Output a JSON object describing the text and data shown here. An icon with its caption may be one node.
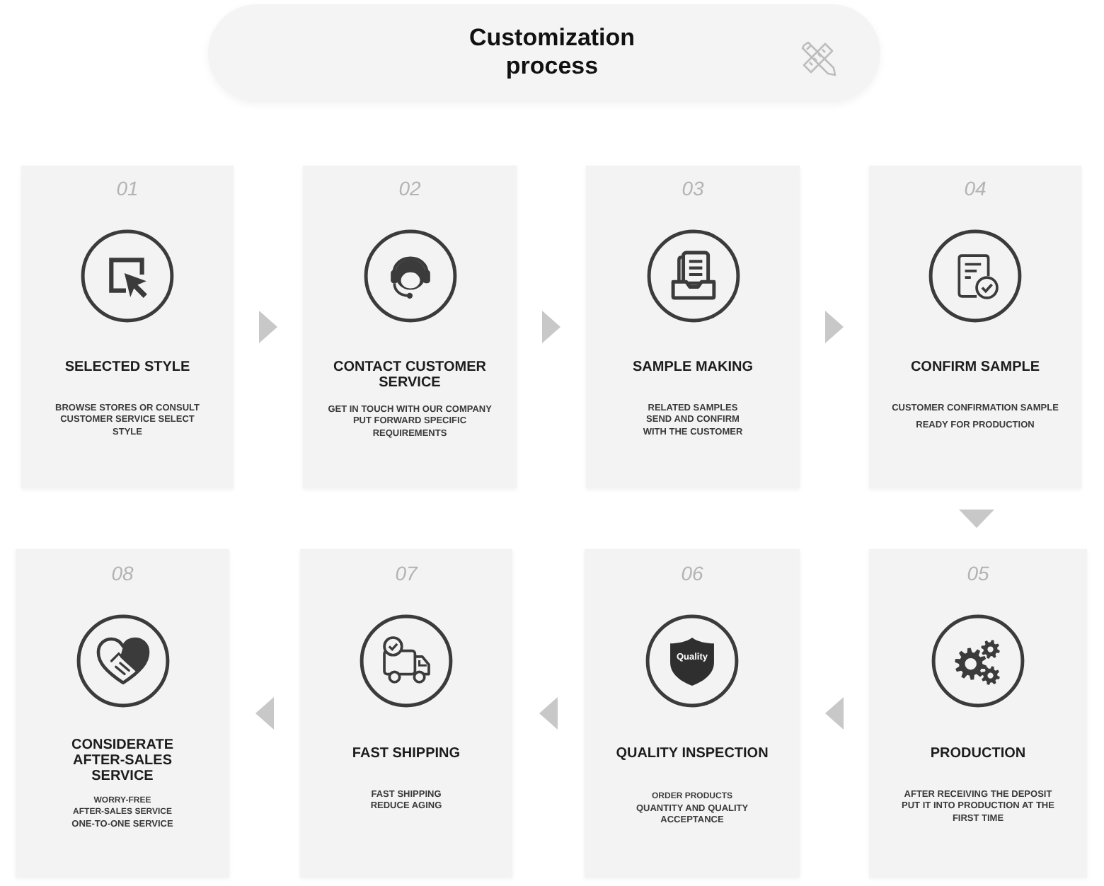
{
  "diagram": {
    "title": "Customization process",
    "nodes": [
      {
        "text": [
          "01",
          "SELECTED STYLE",
          "BROWSE STORES OR CONSULT CUSTOMER SERVICE SELECT STYLE"
        ]
      },
      {
        "text": [
          "02",
          "CONTACT CUSTOMER SERVICE",
          "GET IN TOUCH WITH OUR COMPANY PUT FORWARD SPECIFIC REQUIREMENTS"
        ]
      },
      {
        "text": [
          "03",
          "SAMPLE MAKING",
          "RELATED SAMPLES SEND AND CONFIRM WITH THE CUSTOMER"
        ]
      },
      {
        "text": [
          "04",
          "CONFIRM SAMPLE",
          "CUSTOMER CONFIRMATION SAMPLE",
          "READY FOR PRODUCTION"
        ]
      },
      {
        "text": [
          "05",
          "PRODUCTION",
          "AFTER RECEIVING THE DEPOSIT PUT IT INTO PRODUCTION AT THE FIRST TIME"
        ]
      },
      {
        "text": [
          "06",
          "QUALITY INSPECTION",
          "ORDER PRODUCTS",
          "QUANTITY AND QUALITY ACCEPTANCE"
        ]
      },
      {
        "text": [
          "07",
          "FAST SHIPPING",
          "FAST SHIPPING REDUCE AGING"
        ]
      },
      {
        "text": [
          "08",
          "CONSIDERATE AFTER-SALES SERVICE",
          "WORRY-FREE AFTER-SALES SERVICE",
          "ONE-TO-ONE SERVICE"
        ]
      }
    ],
    "edges": [
      {
        "from": 0,
        "to": 1,
        "arrow": "to"
      },
      {
        "from": 1,
        "to": 2,
        "arrow": "to"
      },
      {
        "from": 2,
        "to": 3,
        "arrow": "to"
      },
      {
        "from": 3,
        "to": 4,
        "arrow": "to"
      },
      {
        "from": 4,
        "to": 5,
        "arrow": "to"
      },
      {
        "from": 5,
        "to": 6,
        "arrow": "to"
      },
      {
        "from": 6,
        "to": 7,
        "arrow": "to"
      }
    ],
    "labels": [
      "Quality"
    ]
  }
}
